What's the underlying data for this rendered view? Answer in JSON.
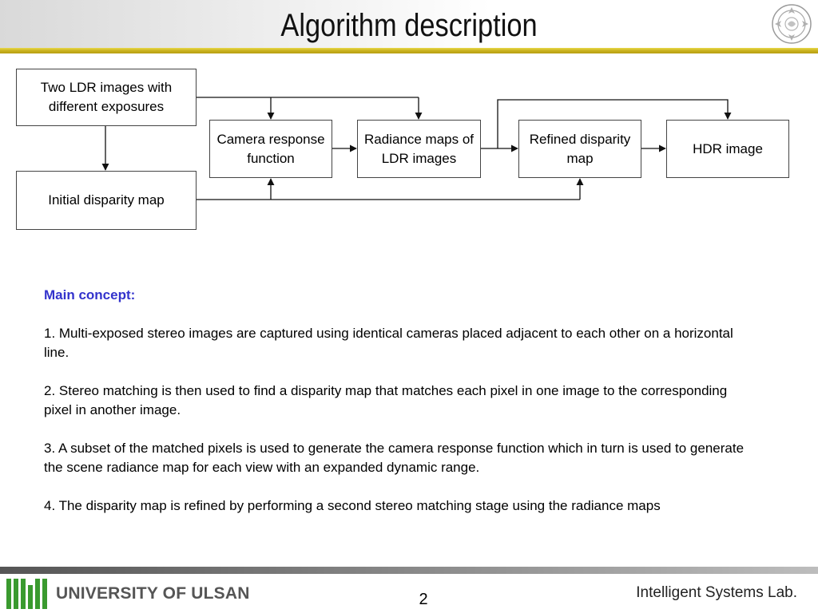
{
  "slide": {
    "title": "Algorithm description",
    "page_number": "2"
  },
  "diagram": {
    "nodes": {
      "ldr_images": "Two LDR images with different exposures",
      "initial_disparity": "Initial disparity map",
      "camera_response": "Camera response function",
      "radiance_maps": "Radiance maps of LDR images",
      "refined_disparity": "Refined disparity map",
      "hdr_image": "HDR image"
    }
  },
  "concept": {
    "title": "Main concept:",
    "points": [
      "1. Multi-exposed stereo images are captured using identical cameras placed adjacent to each other on a horizontal line.",
      "2. Stereo matching is then used to find a disparity map that matches each pixel in one image to the corresponding pixel in another image.",
      "3. A subset of the matched pixels is used to generate the camera response function which in turn is used to generate the scene radiance map for each view with an expanded dynamic range.",
      "4. The disparity map is refined by performing a second stereo matching stage using the radiance maps"
    ]
  },
  "footer": {
    "university": "UNIVERSITY OF ULSAN",
    "lab": "Intelligent Systems Lab."
  },
  "colors": {
    "accent_gold": "#c9b21e",
    "concept_title": "#3333cc",
    "logo_green": "#3a9a2f"
  }
}
